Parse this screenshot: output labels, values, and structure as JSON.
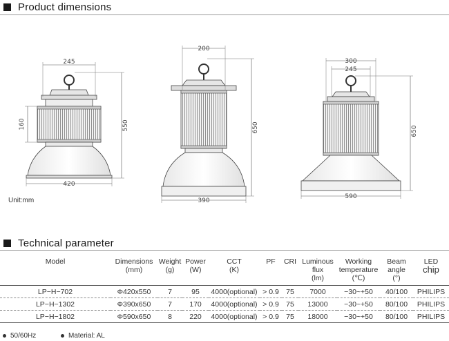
{
  "sections": {
    "dimensions_title": "Product dimensions",
    "technical_title": "Technical parameter"
  },
  "drawings": {
    "unit_note": "Unit:mm",
    "lamp1": {
      "top_width": "245",
      "mid_height": "160",
      "total_height": "550",
      "bottom_width": "420"
    },
    "lamp2": {
      "top_width": "200",
      "total_height": "650",
      "bottom_width": "390"
    },
    "lamp3": {
      "top_width_outer": "300",
      "top_width_inner": "245",
      "total_height": "650",
      "bottom_width": "590"
    }
  },
  "table": {
    "headers": [
      {
        "l1": "Model",
        "l2": "",
        "l3": ""
      },
      {
        "l1": "Dimensions",
        "l2": "(mm)",
        "l3": ""
      },
      {
        "l1": "Weight",
        "l2": "(g)",
        "l3": ""
      },
      {
        "l1": "Power",
        "l2": "(W)",
        "l3": ""
      },
      {
        "l1": "CCT",
        "l2": "(K)",
        "l3": ""
      },
      {
        "l1": "PF",
        "l2": "",
        "l3": ""
      },
      {
        "l1": "CRI",
        "l2": "",
        "l3": ""
      },
      {
        "l1": "Luminous",
        "l2": "flux",
        "l3": "(lm)"
      },
      {
        "l1": "Working",
        "l2": "temperature",
        "l3": "(℃)"
      },
      {
        "l1": "Beam",
        "l2": "angle",
        "l3": "(°)"
      },
      {
        "l1": "LED",
        "l2": "chip",
        "l3": ""
      }
    ],
    "rows": [
      [
        "LP−H−702",
        "Φ420x550",
        "7",
        "95",
        "4000(optional)",
        "> 0.9",
        "75",
        "7000",
        "−30~+50",
        "40/100",
        "PHILIPS"
      ],
      [
        "LP−H−1302",
        "Φ390x650",
        "7",
        "170",
        "4000(optional)",
        "> 0.9",
        "75",
        "13000",
        "−30~+50",
        "80/100",
        "PHILIPS"
      ],
      [
        "LP−H−1802",
        "Φ590x650",
        "8",
        "220",
        "4000(optional)",
        "> 0.9",
        "75",
        "18000",
        "−30~+50",
        "80/100",
        "PHILIPS"
      ]
    ]
  },
  "footer": {
    "note1": "50/60Hz",
    "note2": "Material: AL"
  }
}
